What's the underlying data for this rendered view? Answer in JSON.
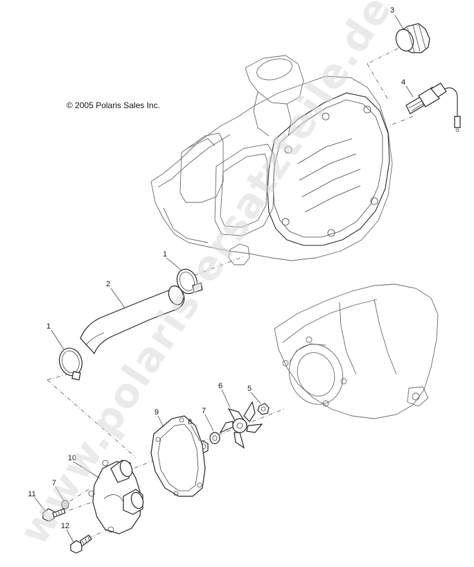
{
  "copyright": "© 2005 Polaris Sales Inc.",
  "watermark": "www.polaris-ersatzteile.de",
  "callouts": [
    {
      "id": "c3",
      "label": "3"
    },
    {
      "id": "c4",
      "label": "4"
    },
    {
      "id": "c1a",
      "label": "1"
    },
    {
      "id": "c2",
      "label": "2"
    },
    {
      "id": "c1b",
      "label": "1"
    },
    {
      "id": "c6",
      "label": "6"
    },
    {
      "id": "c5",
      "label": "5"
    },
    {
      "id": "c9",
      "label": "9"
    },
    {
      "id": "c8",
      "label": "8"
    },
    {
      "id": "c7a",
      "label": "7"
    },
    {
      "id": "c10",
      "label": "10"
    },
    {
      "id": "c7b",
      "label": "7"
    },
    {
      "id": "c11",
      "label": "11"
    },
    {
      "id": "c12",
      "label": "12"
    }
  ]
}
